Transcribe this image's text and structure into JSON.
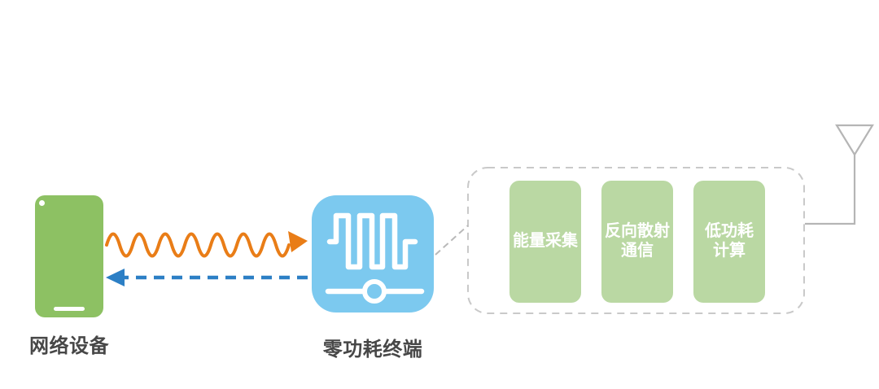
{
  "colors": {
    "device_green": "#8DC163",
    "module_green": "#BAD8A3",
    "terminal_blue": "#7CC9EF",
    "wave_orange": "#E97D17",
    "backscatter_blue": "#2C7FC5",
    "outline_gray": "#C9C9C9",
    "antenna_gray": "#B5B5B5",
    "label_gray": "#474747"
  },
  "nodes": {
    "network_device": {
      "label": "网络设备",
      "icon": "smartphone-icon"
    },
    "terminal": {
      "label": "零功耗终端",
      "icon": "square-wave-icon"
    }
  },
  "links": {
    "carrier_icon": "sine-wave-right-arrow-icon",
    "backscatter_icon": "dashed-left-arrow-icon",
    "panel_connector_icon": "dashed-diagonal-connector",
    "antenna_icon": "antenna-icon"
  },
  "panel": {
    "items": [
      {
        "label": "能量采集",
        "lines": [
          "能量采集",
          ""
        ]
      },
      {
        "label": "反向散射通信",
        "lines": [
          "反向散射",
          "通信"
        ]
      },
      {
        "label": "低功耗计算",
        "lines": [
          "低功耗",
          "计算"
        ]
      }
    ]
  }
}
